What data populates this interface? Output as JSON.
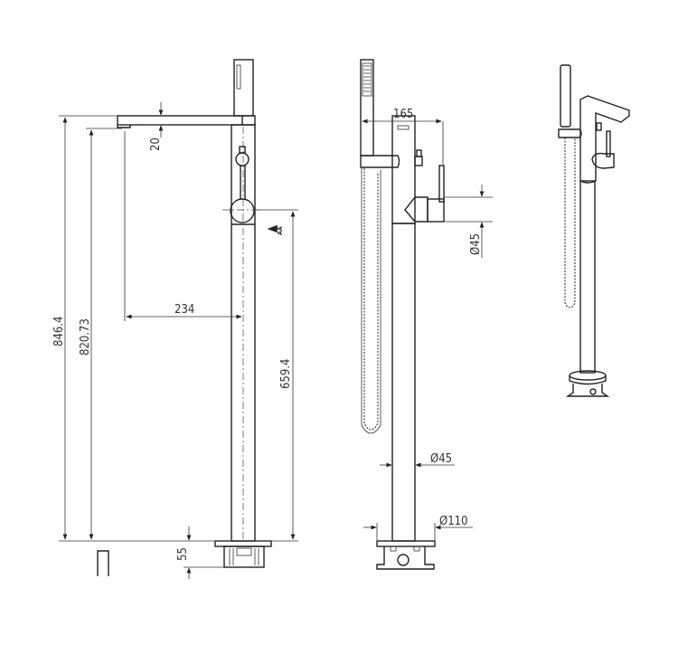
{
  "drawing": {
    "front_view": {
      "overall_height": "846.4",
      "spout_outlet_height": "820.73",
      "spout_thickness": "20",
      "spout_reach": "234",
      "handle_height": "659.4",
      "base_depth": "55",
      "section_marker": "AA"
    },
    "side_view": {
      "spout_projection": "165",
      "handle_diameter": "Ø45",
      "column_diameter": "Ø45",
      "base_diameter": "Ø110"
    },
    "colors": {
      "line": "#222222",
      "background": "#ffffff"
    }
  }
}
